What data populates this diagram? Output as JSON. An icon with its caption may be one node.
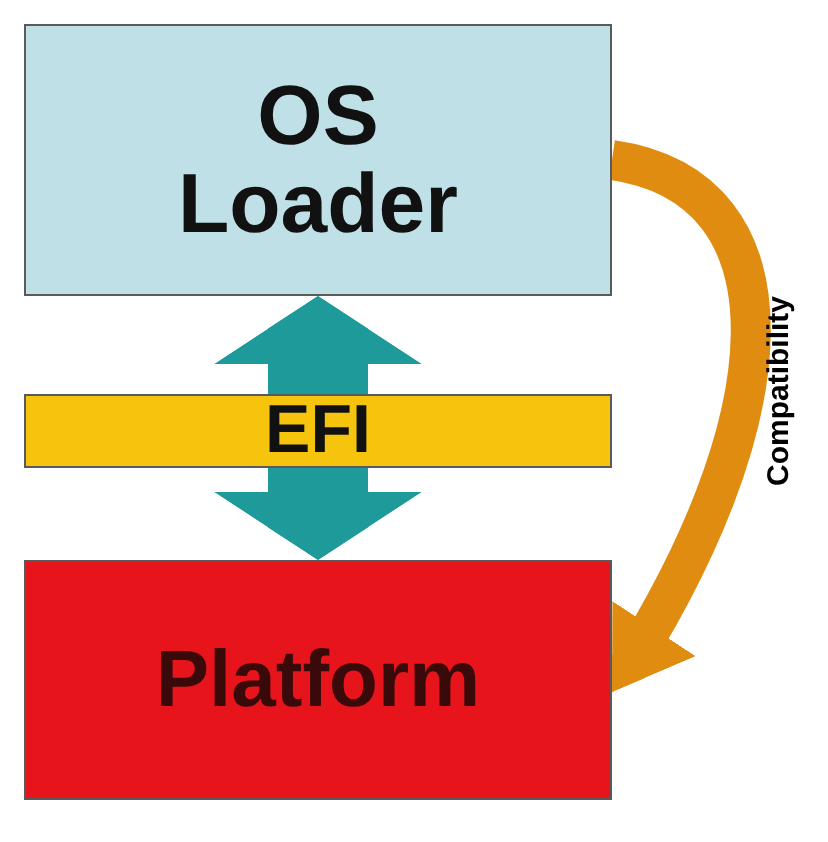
{
  "diagram": {
    "nodes": [
      {
        "text": [
          "OS Loader"
        ]
      },
      {
        "text": [
          "EFI"
        ]
      },
      {
        "text": [
          "Platform"
        ]
      }
    ],
    "edges": [
      {
        "from": 1,
        "to": 0,
        "arrow": "to",
        "color": "#1f9a9a"
      },
      {
        "from": 1,
        "to": 2,
        "arrow": "to",
        "color": "#1f9a9a"
      },
      {
        "from": 0,
        "to": 2,
        "arrow": "to",
        "color": "#e08c10",
        "label": "Compatibility"
      }
    ]
  }
}
